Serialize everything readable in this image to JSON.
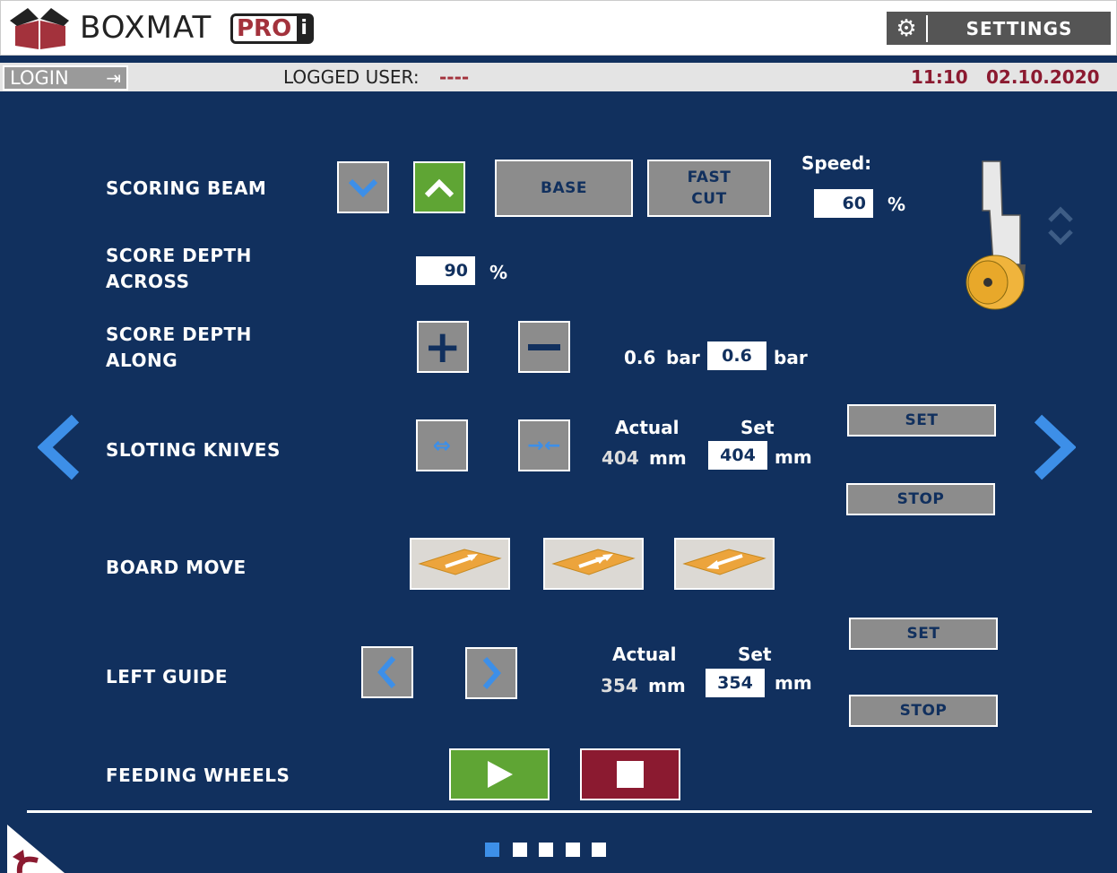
{
  "header": {
    "brand": "BOXMAT",
    "brand_pro": "PRO",
    "brand_i": "i",
    "settings_label": "SETTINGS"
  },
  "userbar": {
    "login_label": "LOGIN",
    "logged_user_label": "LOGGED USER:",
    "logged_user_value": "----",
    "time": "11:10",
    "date": "02.10.2020"
  },
  "scoring_beam": {
    "label": "SCORING BEAM",
    "base_label": "BASE",
    "fast_cut_label": "FAST\nCUT",
    "speed_label": "Speed:",
    "speed_value": "60",
    "speed_unit": "%"
  },
  "score_depth_across": {
    "label_1": "SCORE DEPTH",
    "label_2": "ACROSS",
    "value": "90",
    "unit": "%"
  },
  "score_depth_along": {
    "label_1": "SCORE DEPTH",
    "label_2": "ALONG",
    "actual": "0.6",
    "actual_unit": "bar",
    "set_value": "0.6",
    "set_unit": "bar"
  },
  "sloting_knives": {
    "label": "SLOTING KNIVES",
    "actual_header": "Actual",
    "set_header": "Set",
    "actual_value": "404",
    "actual_unit": "mm",
    "set_value": "404",
    "set_unit": "mm",
    "set_label": "SET",
    "stop_label": "STOP"
  },
  "board_move": {
    "label": "BOARD MOVE"
  },
  "left_guide": {
    "label": "LEFT GUIDE",
    "actual_header": "Actual",
    "set_header": "Set",
    "actual_value": "354",
    "actual_unit": "mm",
    "set_value": "354",
    "set_unit": "mm",
    "set_label": "SET",
    "stop_label": "STOP"
  },
  "feeding_wheels": {
    "label": "FEEDING WHEELS"
  },
  "pagination": {
    "current_page": 1,
    "total_pages": 5
  },
  "colors": {
    "navy": "#11305e",
    "accent_blue": "#3d8fe8",
    "green": "#5fa534",
    "red": "#8b1a30",
    "brand_red": "#a3323c"
  }
}
